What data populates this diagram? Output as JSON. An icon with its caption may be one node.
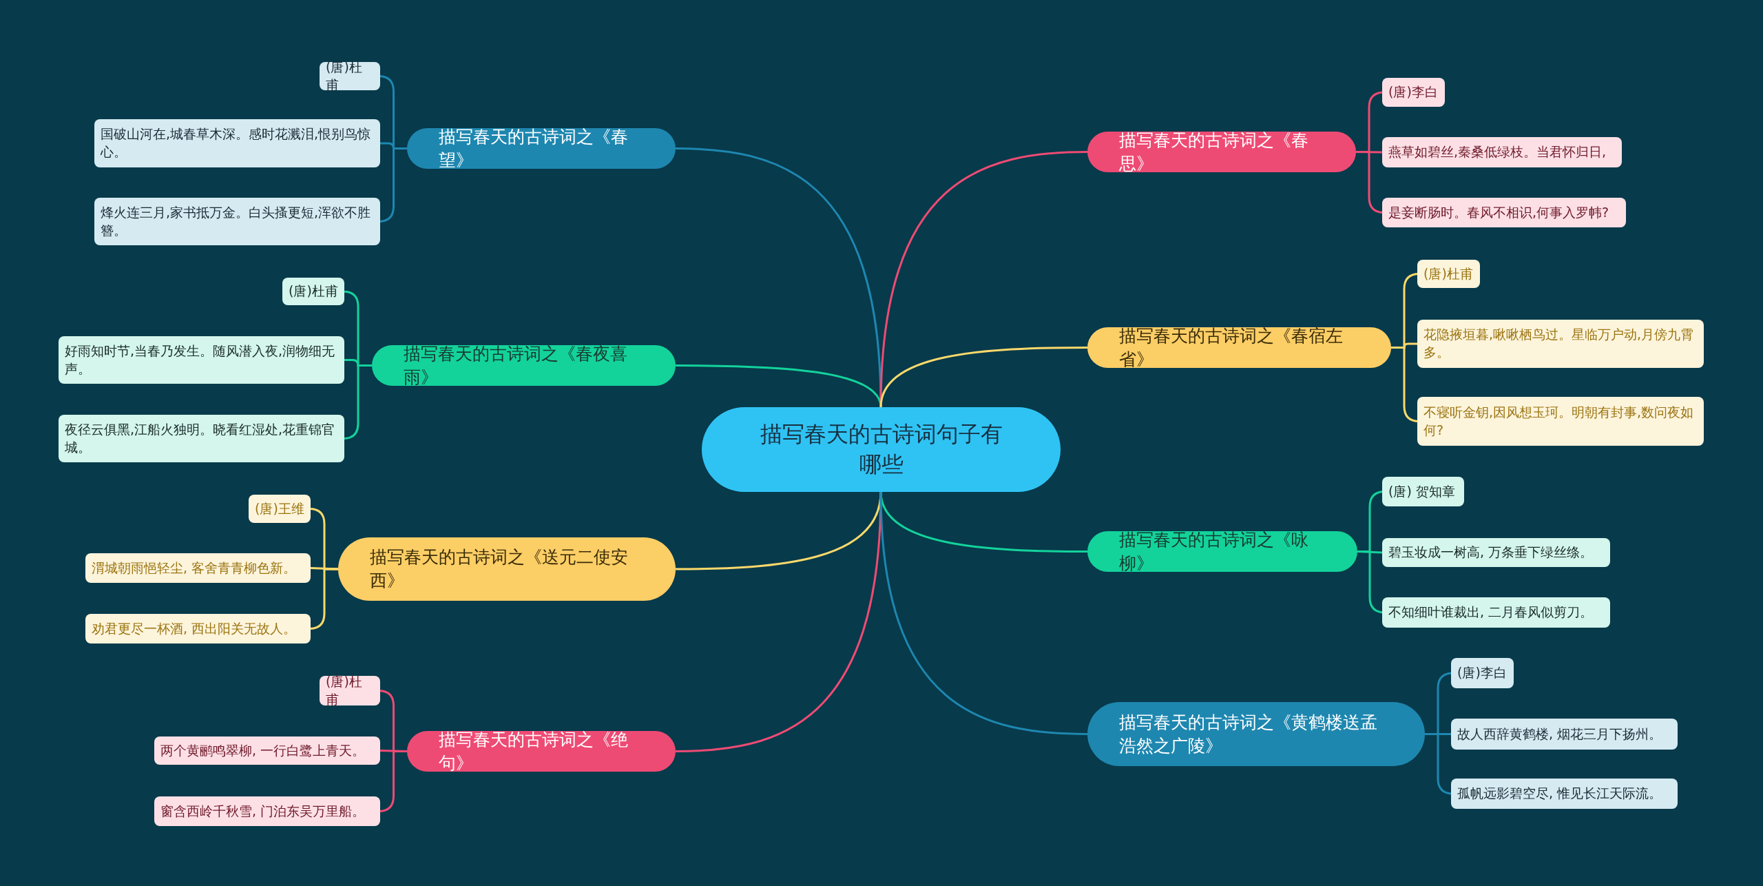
{
  "diagram": {
    "nodes": [
      {
        "text": [
          "描写春天的古诗词句子有哪些"
        ]
      },
      {
        "text": [
          "描写春天的古诗词之《春望》"
        ]
      },
      {
        "text": [
          "(唐)杜甫"
        ]
      },
      {
        "text": [
          "国破山河在,城春草木深。感时花溅泪,恨别鸟惊心。"
        ]
      },
      {
        "text": [
          "烽火连三月,家书抵万金。白头搔更短,浑欲不胜簪。"
        ]
      },
      {
        "text": [
          "描写春天的古诗词之《春夜喜雨》"
        ]
      },
      {
        "text": [
          "(唐)杜甫"
        ]
      },
      {
        "text": [
          "好雨知时节,当春乃发生。随风潜入夜,润物细无声。"
        ]
      },
      {
        "text": [
          "夜径云俱黑,江船火独明。晓看红湿处,花重锦官城。"
        ]
      },
      {
        "text": [
          "描写春天的古诗词之《送元二使安西》"
        ]
      },
      {
        "text": [
          "(唐)王维"
        ]
      },
      {
        "text": [
          "渭城朝雨悒轻尘, 客舍青青柳色新。"
        ]
      },
      {
        "text": [
          "劝君更尽一杯酒, 西出阳关无故人。"
        ]
      },
      {
        "text": [
          "描写春天的古诗词之《绝句》"
        ]
      },
      {
        "text": [
          "(唐)杜甫"
        ]
      },
      {
        "text": [
          "两个黄鹂鸣翠柳, 一行白鹭上青天。"
        ]
      },
      {
        "text": [
          "窗含西岭千秋雪, 门泊东吴万里船。"
        ]
      },
      {
        "text": [
          "描写春天的古诗词之《春思》"
        ]
      },
      {
        "text": [
          "(唐)李白"
        ]
      },
      {
        "text": [
          "燕草如碧丝,秦桑低绿枝。当君怀归日,"
        ]
      },
      {
        "text": [
          "是妾断肠时。春风不相识,何事入罗帏?"
        ]
      },
      {
        "text": [
          "描写春天的古诗词之《春宿左省》"
        ]
      },
      {
        "text": [
          "(唐)杜甫"
        ]
      },
      {
        "text": [
          "花隐掖垣暮,啾啾栖鸟过。星临万户动,月傍九霄多。"
        ]
      },
      {
        "text": [
          "不寝听金钥,因风想玉珂。明朝有封事,数问夜如何?"
        ]
      },
      {
        "text": [
          "描写春天的古诗词之《咏柳》"
        ]
      },
      {
        "text": [
          "(唐) 贺知章"
        ]
      },
      {
        "text": [
          "碧玉妆成一树高, 万条垂下绿丝绦。"
        ]
      },
      {
        "text": [
          "不知细叶谁裁出, 二月春风似剪刀。"
        ]
      },
      {
        "text": [
          "描写春天的古诗词之《黄鹤楼送孟浩然之广陵》"
        ]
      },
      {
        "text": [
          "(唐)李白"
        ]
      },
      {
        "text": [
          "故人西辞黄鹤楼, 烟花三月下扬州。"
        ]
      },
      {
        "text": [
          "孤帆远影碧空尽, 惟见长江天际流。"
        ]
      }
    ],
    "edges": [
      {
        "from": 0,
        "to": 1,
        "arrow": "none",
        "color": "#1e87b0"
      },
      {
        "from": 1,
        "to": 2,
        "arrow": "none",
        "color": "#1e87b0"
      },
      {
        "from": 1,
        "to": 3,
        "arrow": "none",
        "color": "#1e87b0"
      },
      {
        "from": 1,
        "to": 4,
        "arrow": "none",
        "color": "#1e87b0"
      },
      {
        "from": 0,
        "to": 5,
        "arrow": "none",
        "color": "#13d39b"
      },
      {
        "from": 5,
        "to": 6,
        "arrow": "none",
        "color": "#13d39b"
      },
      {
        "from": 5,
        "to": 7,
        "arrow": "none",
        "color": "#13d39b"
      },
      {
        "from": 5,
        "to": 8,
        "arrow": "none",
        "color": "#13d39b"
      },
      {
        "from": 0,
        "to": 9,
        "arrow": "none",
        "color": "#fcd96b"
      },
      {
        "from": 9,
        "to": 10,
        "arrow": "none",
        "color": "#fcd96b"
      },
      {
        "from": 9,
        "to": 11,
        "arrow": "none",
        "color": "#fcd96b"
      },
      {
        "from": 9,
        "to": 12,
        "arrow": "none",
        "color": "#fcd96b"
      },
      {
        "from": 0,
        "to": 13,
        "arrow": "none",
        "color": "#ee4b74"
      },
      {
        "from": 13,
        "to": 14,
        "arrow": "none",
        "color": "#ee4b74"
      },
      {
        "from": 13,
        "to": 15,
        "arrow": "none",
        "color": "#ee4b74"
      },
      {
        "from": 13,
        "to": 16,
        "arrow": "none",
        "color": "#ee4b74"
      },
      {
        "from": 0,
        "to": 17,
        "arrow": "none",
        "color": "#ee4b74"
      },
      {
        "from": 17,
        "to": 18,
        "arrow": "none",
        "color": "#ee4b74"
      },
      {
        "from": 17,
        "to": 19,
        "arrow": "none",
        "color": "#ee4b74"
      },
      {
        "from": 17,
        "to": 20,
        "arrow": "none",
        "color": "#ee4b74"
      },
      {
        "from": 0,
        "to": 21,
        "arrow": "none",
        "color": "#fcd96b"
      },
      {
        "from": 21,
        "to": 22,
        "arrow": "none",
        "color": "#fcd96b"
      },
      {
        "from": 21,
        "to": 23,
        "arrow": "none",
        "color": "#fcd96b"
      },
      {
        "from": 21,
        "to": 24,
        "arrow": "none",
        "color": "#fcd96b"
      },
      {
        "from": 0,
        "to": 25,
        "arrow": "none",
        "color": "#13d39b"
      },
      {
        "from": 25,
        "to": 26,
        "arrow": "none",
        "color": "#13d39b"
      },
      {
        "from": 25,
        "to": 27,
        "arrow": "none",
        "color": "#13d39b"
      },
      {
        "from": 25,
        "to": 28,
        "arrow": "none",
        "color": "#13d39b"
      },
      {
        "from": 0,
        "to": 29,
        "arrow": "none",
        "color": "#1e87b0"
      },
      {
        "from": 29,
        "to": 30,
        "arrow": "none",
        "color": "#1e87b0"
      },
      {
        "from": 29,
        "to": 31,
        "arrow": "none",
        "color": "#1e87b0"
      },
      {
        "from": 29,
        "to": 32,
        "arrow": "none",
        "color": "#1e87b0"
      }
    ]
  }
}
